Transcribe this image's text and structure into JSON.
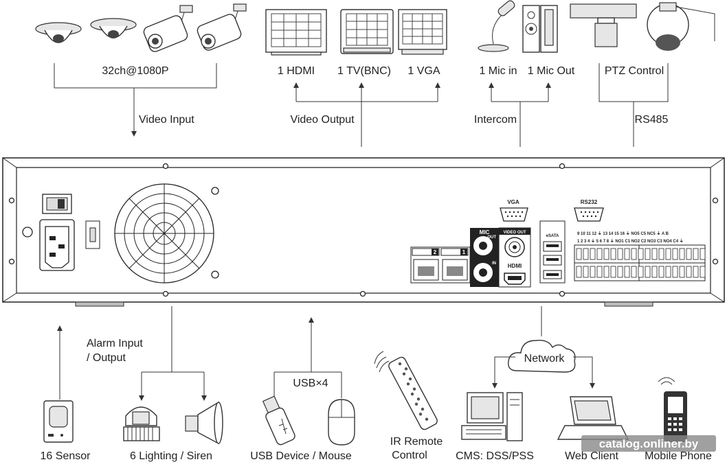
{
  "top": {
    "cameras": "32ch@1080P",
    "video_input": "Video Input",
    "out_hdmi": "1 HDMI",
    "out_tv": "1 TV(BNC)",
    "out_vga": "1 VGA",
    "video_output": "Video Output",
    "mic_in": "1 Mic in",
    "mic_out": "1 Mic Out",
    "intercom": "Intercom",
    "ptz": "PTZ Control",
    "rs485": "RS485"
  },
  "panel": {
    "vga": "VGA",
    "rs232": "RS232",
    "mic": "MIC",
    "mic_out": "OUT",
    "mic_in": "IN",
    "video_out": "VIDEO OUT",
    "hdmi": "HDMI",
    "esata": "eSATA",
    "lan1": "1",
    "lan2": "2",
    "term_top": "9 10 11 12  ⏚ 13 14 15 16  ⏚  NO5 C5 NC5     ⏚  A B",
    "term_bottom": "1 2 3 4  ⏚  5 6 7 8  ⏚  NO1 C1 NO2 C2 NO3 C3 NO4 C4  ⏚"
  },
  "bottom": {
    "alarm_io_1": "Alarm Input",
    "alarm_io_2": "/ Output",
    "sensor": "16 Sensor",
    "lighting": "6 Lighting / Siren",
    "usb": "USB×4",
    "usb_device": "USB Device / Mouse",
    "ir_1": "IR Remote",
    "ir_2": "Control",
    "network": "Network",
    "cms": "CMS: DSS/PSS",
    "web": "Web Client",
    "mobile": "Mobile Phone"
  },
  "watermark": "catalog.onliner.by",
  "icons": [
    "dome-camera-icon",
    "bullet-camera-icon",
    "monitor-icon",
    "microphone-icon",
    "speaker-icon",
    "ptz-camera-icon",
    "sensor-icon",
    "alarm-light-icon",
    "siren-icon",
    "usb-stick-icon",
    "mouse-icon",
    "remote-icon",
    "cloud-icon",
    "desktop-pc-icon",
    "laptop-icon",
    "mobile-phone-icon"
  ]
}
